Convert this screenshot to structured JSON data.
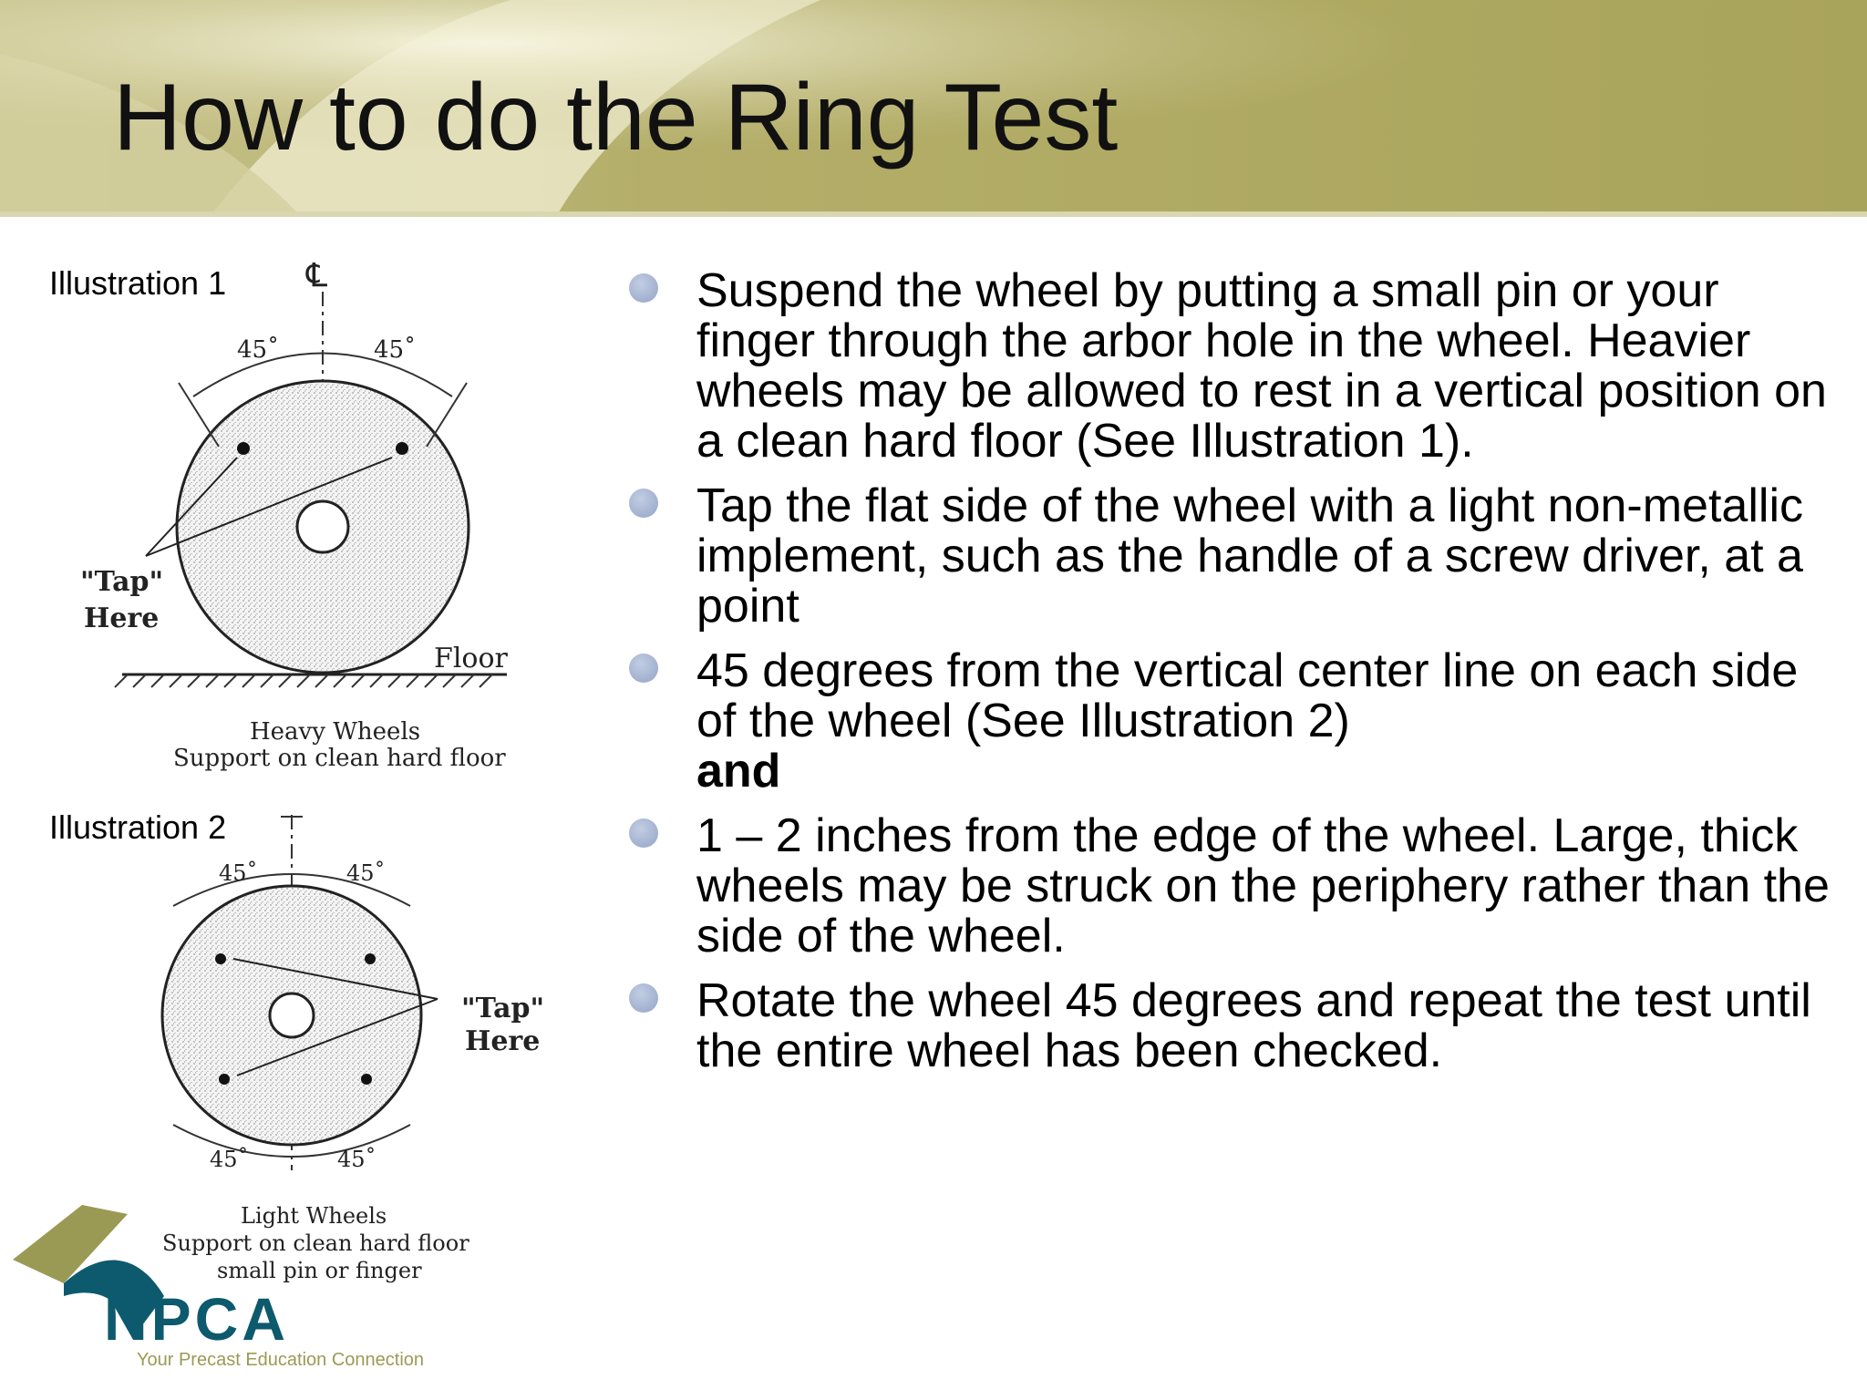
{
  "slide": {
    "title": "How to do the Ring Test"
  },
  "illustration1": {
    "label": "Illustration 1",
    "centerline_mark": "℄",
    "angle_left": "45˚",
    "angle_right": "45˚",
    "tap_line1": "\"Tap\"",
    "tap_line2": "Here",
    "floor": "Floor",
    "caption_line1": "Heavy Wheels",
    "caption_line2": "Support on clean hard floor"
  },
  "illustration2": {
    "label": "Illustration 2",
    "angle_top_left": "45˚",
    "angle_top_right": "45˚",
    "angle_bottom_left": "45˚",
    "angle_bottom_right": "45˚",
    "tap_line1": "\"Tap\"",
    "tap_line2": "Here",
    "caption_line1": "Light Wheels",
    "caption_line2": "Support on clean hard floor",
    "caption_line3": "small pin or finger"
  },
  "bullets": [
    {
      "text": "Suspend the wheel by putting a small pin or your finger through the arbor hole in the wheel. Heavier wheels may be allowed to rest in a vertical position on a clean hard floor (See Illustration 1)."
    },
    {
      "text": "Tap the flat side of the wheel with a light non-metallic implement, such as the handle of a screw driver, at a point"
    },
    {
      "text": "45 degrees from the vertical center line on each side of the wheel (See Illustration 2)",
      "bold_suffix": "and"
    },
    {
      "text": "1 – 2 inches from the edge of the wheel. Large, thick wheels may be struck on the periphery rather than the side of the wheel."
    },
    {
      "text": "Rotate the wheel 45 degrees and repeat the test until the entire wheel has been checked."
    }
  ],
  "logo": {
    "wordmark": "NPCA",
    "tagline": "Your Precast Education Connection"
  },
  "colors": {
    "header_band": "#a9a45b",
    "header_highlight": "#f1efd3",
    "bullet": "#9fb0cf",
    "logo_teal": "#0d5a6e",
    "logo_olive": "#9b9a55"
  }
}
